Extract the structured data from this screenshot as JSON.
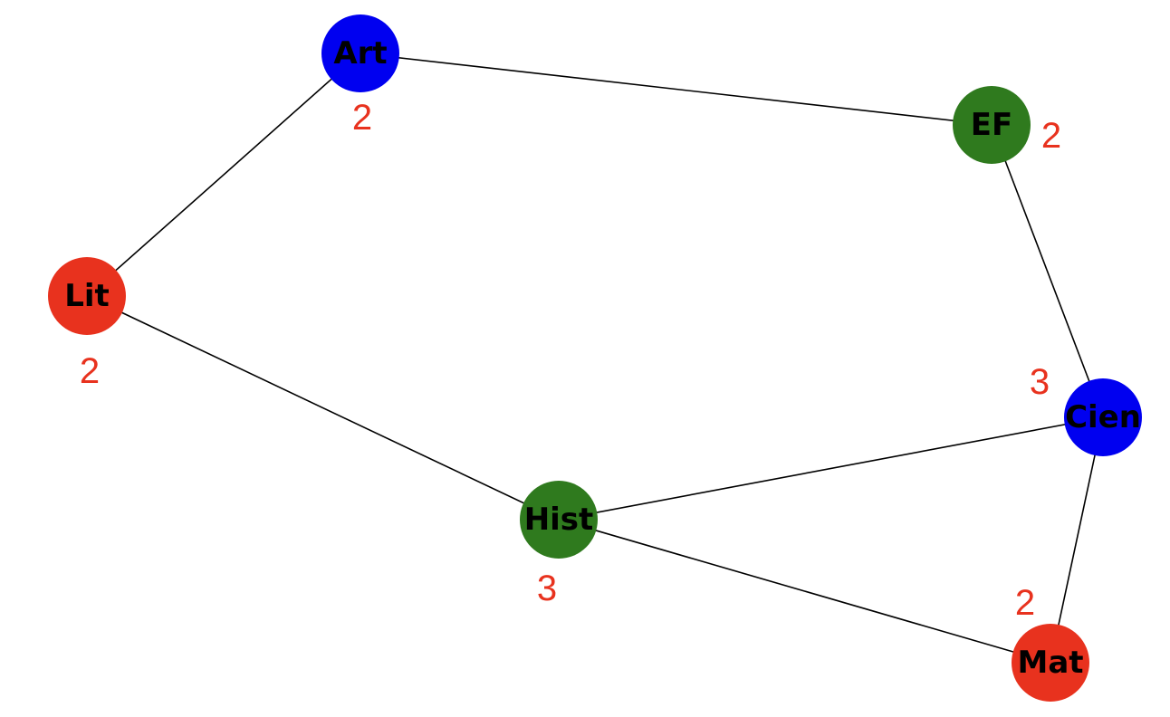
{
  "colors": {
    "red": "#e8321e",
    "blue": "#0000f0",
    "green": "#2f7a1e",
    "degree_text": "#e8321e",
    "edge": "#000000"
  },
  "nodes": [
    {
      "id": "art",
      "label": "Art",
      "color": "blue",
      "degree": "2"
    },
    {
      "id": "ef",
      "label": "EF",
      "color": "green",
      "degree": "2"
    },
    {
      "id": "lit",
      "label": "Lit",
      "color": "red",
      "degree": "2"
    },
    {
      "id": "cien",
      "label": "Cien",
      "color": "blue",
      "degree": "3"
    },
    {
      "id": "hist",
      "label": "Hist",
      "color": "green",
      "degree": "3"
    },
    {
      "id": "mat",
      "label": "Mat",
      "color": "red",
      "degree": "2"
    }
  ],
  "edges": [
    {
      "from": "art",
      "to": "ef"
    },
    {
      "from": "art",
      "to": "lit"
    },
    {
      "from": "ef",
      "to": "cien"
    },
    {
      "from": "lit",
      "to": "hist"
    },
    {
      "from": "hist",
      "to": "cien"
    },
    {
      "from": "hist",
      "to": "mat"
    },
    {
      "from": "cien",
      "to": "mat"
    }
  ]
}
